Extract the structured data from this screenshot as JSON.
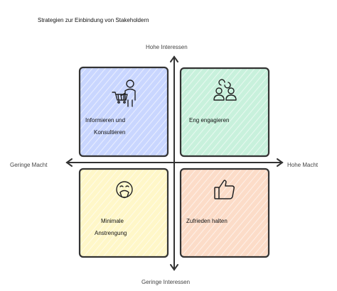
{
  "title": "Strategien zur Einbindung von Stakeholdern",
  "axes": {
    "top": "Hohe Interessen",
    "bottom": "Geringe Interessen",
    "left": "Geringe Macht",
    "right": "Hohe Macht"
  },
  "quadrants": {
    "top_left": {
      "label_line1": "Informieren und",
      "label_line2": "Konsultieren",
      "icon": "shopper-with-basket-icon",
      "color": "#c9d6ff"
    },
    "top_right": {
      "label": "Eng engagieren",
      "icon": "collaborating-people-icon",
      "color": "#c8f1dc"
    },
    "bottom_left": {
      "label_line1": "Minimale",
      "label_line2": "Anstrengung",
      "icon": "tired-face-icon",
      "color": "#fff7c8"
    },
    "bottom_right": {
      "label": "Zufrieden halten",
      "icon": "thumbs-up-icon",
      "color": "#fcdcc8"
    }
  }
}
